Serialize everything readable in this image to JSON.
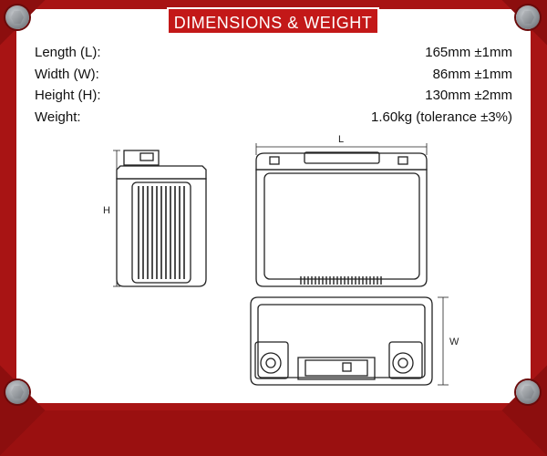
{
  "banner": {
    "title": "DIMENSIONS & WEIGHT"
  },
  "specs": [
    {
      "label": "Length (L):",
      "value": "165mm ±1mm"
    },
    {
      "label": "Width (W):",
      "value": "86mm ±1mm"
    },
    {
      "label": "Height (H):",
      "value": "130mm ±2mm"
    },
    {
      "label": "Weight:",
      "value": "1.60kg (tolerance ±3%)"
    }
  ],
  "diagram": {
    "length_marker": "L",
    "height_marker": "H",
    "width_marker": "W"
  },
  "colors": {
    "frame": "#a81414",
    "banner": "#c31818",
    "panel": "#ffffff",
    "line": "#222222"
  }
}
